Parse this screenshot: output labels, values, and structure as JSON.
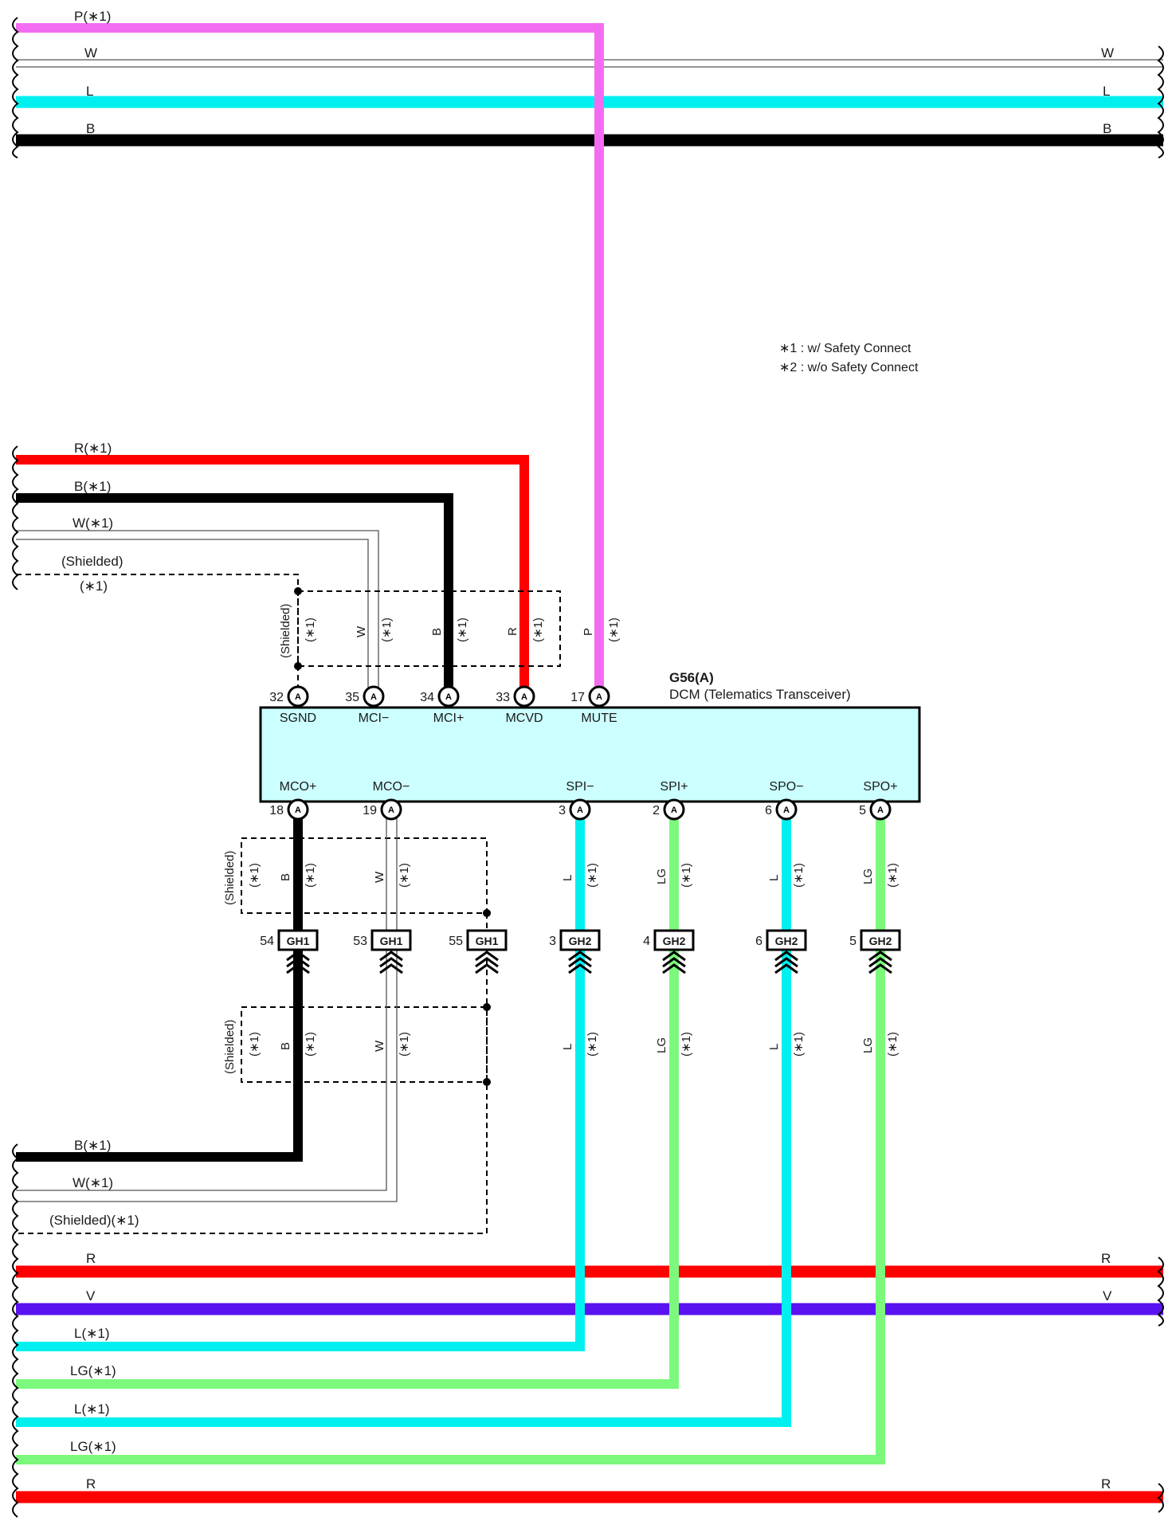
{
  "notes": [
    "∗1 : w/ Safety Connect",
    "∗2 : w/o Safety Connect"
  ],
  "component": {
    "id": "G56(A)",
    "name": "DCM (Telematics Transceiver)",
    "fill": "#ccffff"
  },
  "colors": {
    "P": "#f26cf2",
    "W": "#ffffff",
    "L": "#00f0f0",
    "B": "#000000",
    "R": "#ff0000",
    "LG": "#7cf87c",
    "V": "#5a12f0"
  },
  "top_wires": [
    {
      "left": "P(∗1)",
      "right": ""
    },
    {
      "left": "W",
      "right": "W"
    },
    {
      "left": "L",
      "right": "L"
    },
    {
      "left": "B",
      "right": "B"
    }
  ],
  "upper_left_wires": [
    {
      "label": "R(∗1)"
    },
    {
      "label": "B(∗1)"
    },
    {
      "label": "W(∗1)"
    },
    {
      "label": "(Shielded)",
      "label2": "(∗1)"
    }
  ],
  "top_pins": [
    {
      "num": "32",
      "signal": "SGND",
      "wire": "(Shielded)",
      "note": "(∗1)"
    },
    {
      "num": "35",
      "signal": "MCI−",
      "wire": "W",
      "note": "(∗1)"
    },
    {
      "num": "34",
      "signal": "MCI+",
      "wire": "B",
      "note": "(∗1)"
    },
    {
      "num": "33",
      "signal": "MCVD",
      "wire": "R",
      "note": "(∗1)"
    },
    {
      "num": "17",
      "signal": "MUTE",
      "wire": "P",
      "note": "(∗1)"
    }
  ],
  "bottom_pins": [
    {
      "num": "18",
      "signal": "MCO+",
      "wire": "B",
      "note": "(∗1)",
      "gh_num": "54",
      "gh": "GH1"
    },
    {
      "num": "19",
      "signal": "MCO−",
      "wire": "W",
      "note": "(∗1)",
      "gh_num": "53",
      "gh": "GH1"
    },
    {
      "num": "3",
      "signal": "SPI−",
      "wire": "L",
      "note": "(∗1)",
      "gh_num": "3",
      "gh": "GH2"
    },
    {
      "num": "2",
      "signal": "SPI+",
      "wire": "LG",
      "note": "(∗1)",
      "gh_num": "4",
      "gh": "GH2"
    },
    {
      "num": "6",
      "signal": "SPO−",
      "wire": "L",
      "note": "(∗1)",
      "gh_num": "6",
      "gh": "GH2"
    },
    {
      "num": "5",
      "signal": "SPO+",
      "wire": "LG",
      "note": "(∗1)",
      "gh_num": "5",
      "gh": "GH2"
    }
  ],
  "shield_gh": {
    "gh_num": "55",
    "gh": "GH1"
  },
  "connector_letter": "A",
  "shield_label": "(Shielded)",
  "lower_left_wires": [
    {
      "label": "B(∗1)"
    },
    {
      "label": "W(∗1)"
    },
    {
      "label": "(Shielded)(∗1)"
    }
  ],
  "bottom_wires": [
    {
      "left": "R",
      "right": "R"
    },
    {
      "left": "V",
      "right": "V"
    },
    {
      "left": "L(∗1)",
      "right": ""
    },
    {
      "left": "LG(∗1)",
      "right": ""
    },
    {
      "left": "L(∗1)",
      "right": ""
    },
    {
      "left": "LG(∗1)",
      "right": ""
    },
    {
      "left": "R",
      "right": "R"
    }
  ]
}
